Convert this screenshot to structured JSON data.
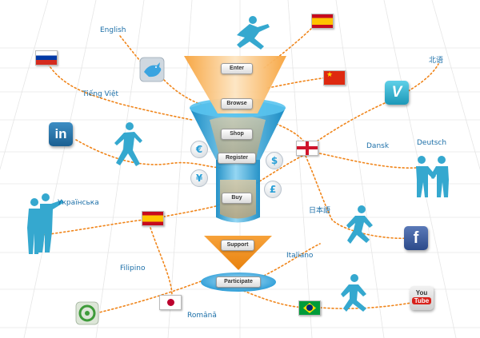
{
  "funnel_steps": [
    "Enter",
    "Browse",
    "Shop",
    "Register",
    "Buy",
    "Support",
    "Participate"
  ],
  "languages": {
    "english": "English",
    "tieng_viet": "Tiếng Việt",
    "ukrainian": "Українська",
    "filipino": "Filipino",
    "romana": "Română",
    "italiano": "Italiano",
    "japanese": "日本語",
    "dansk": "Dansk",
    "deutsch": "Deutsch",
    "chinese": "北语"
  },
  "currency_symbols": [
    "€",
    "$",
    "¥",
    "£"
  ],
  "social_icons": {
    "linkedin": "in",
    "vimeo": "V",
    "facebook": "f",
    "youtube_top": "You",
    "youtube_bottom": "Tube"
  },
  "colors": {
    "funnel_top": "#f7a23a",
    "funnel_mid": "#2ea8dc",
    "funnel_bottom": "#f39b2a",
    "ellipse": "#2fa7e0",
    "figure": "#35a8cf",
    "connector": "#f0851a",
    "label_text": "#1c6fa8"
  }
}
